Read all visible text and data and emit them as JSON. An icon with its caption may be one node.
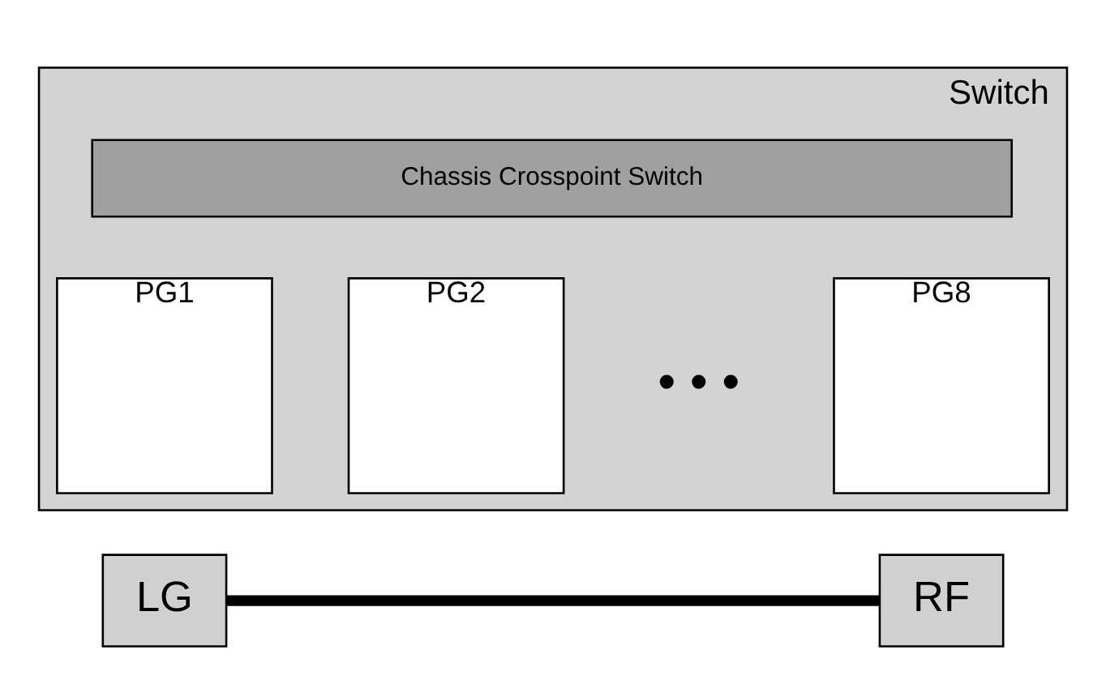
{
  "diagram": {
    "nodes": [
      {
        "text": [
          "Switch"
        ]
      },
      {
        "text": [
          "Chassis Crosspoint Switch"
        ],
        "in": 0
      },
      {
        "text": [
          "PG1"
        ],
        "in": 0
      },
      {
        "text": [
          "PG2"
        ],
        "in": 0
      },
      {
        "text": [
          "PG8"
        ],
        "in": 0
      },
      {
        "text": [
          "LG"
        ]
      },
      {
        "text": [
          "RF"
        ]
      }
    ],
    "edges": [
      {
        "from": 5,
        "to": 6,
        "arrow": "none"
      }
    ],
    "labels": [
      "• • •"
    ]
  }
}
